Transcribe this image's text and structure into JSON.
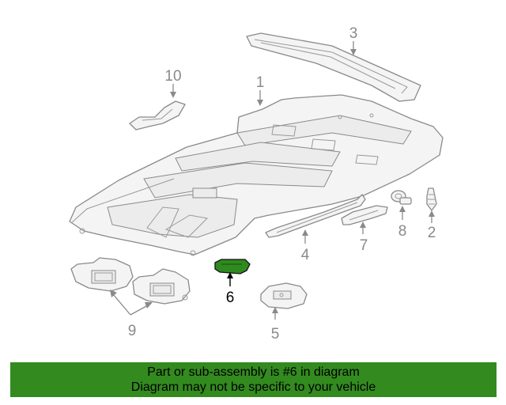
{
  "diagram": {
    "callouts": {
      "c1": "1",
      "c2": "2",
      "c3": "3",
      "c4": "4",
      "c5": "5",
      "c6": "6",
      "c7": "7",
      "c8": "8",
      "c9": "9",
      "c10": "10"
    },
    "highlighted_part": "6",
    "colors": {
      "highlight": "#2f8a1f",
      "banner": "#338a1f",
      "lines": "#8a8a8a"
    }
  },
  "banner": {
    "line1": "Part or sub-assembly is #6 in diagram",
    "line2": "Diagram may not be specific to your vehicle"
  }
}
